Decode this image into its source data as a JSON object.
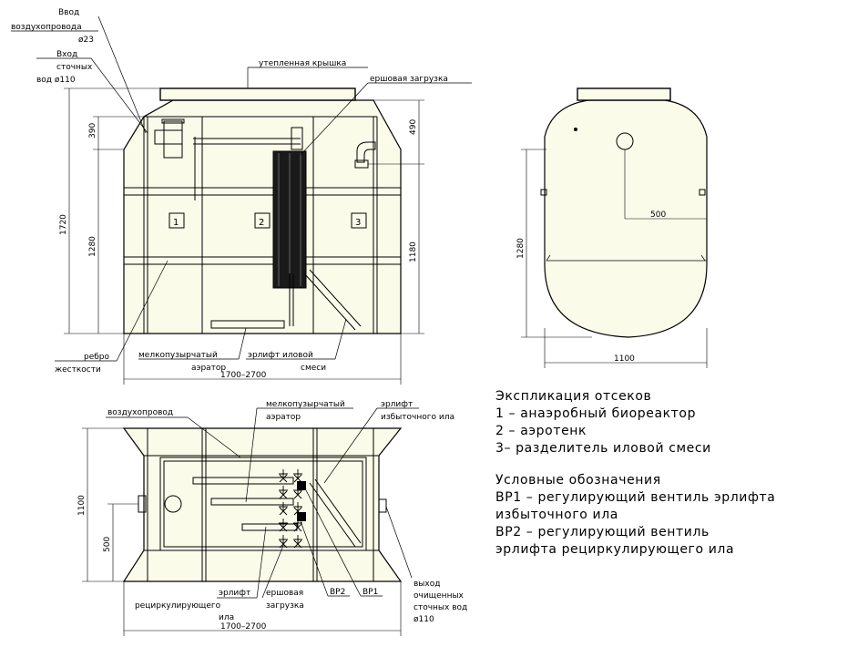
{
  "side_view": {
    "label_air_inlet": [
      "Ввод",
      "воздухопровода",
      "ø23"
    ],
    "label_sewage_inlet": [
      "Вход",
      "сточных",
      "вод ø110"
    ],
    "label_lid": "утепленная крышка",
    "label_brush_load": "ершовая загрузка",
    "label_rib": [
      "ребро",
      "жесткости"
    ],
    "label_aerator": [
      "мелкопузырчатый",
      "аэратор"
    ],
    "label_airlift": [
      "эрлифт иловой",
      "смеси"
    ],
    "compartments": [
      "1",
      "2",
      "3"
    ],
    "dims": {
      "h_total": "1720",
      "h_top": "390",
      "h_body": "1280",
      "h_right_top": "490",
      "h_right": "1180",
      "length": "1700–2700"
    }
  },
  "end_view": {
    "dims": {
      "offset": "500",
      "height": "1280",
      "width": "1100"
    }
  },
  "plan_view": {
    "label_air_pipe": "воздухопровод",
    "label_aerator": [
      "мелкопузырчатый",
      "аэратор"
    ],
    "label_airlift_excess": [
      "эрлифт",
      "избыточного ила"
    ],
    "label_airlift_recirc": [
      "эрлифт",
      "рециркулирующего",
      "ила"
    ],
    "label_brush_load": [
      "ершовая",
      "загрузка"
    ],
    "label_bp2": "ВР2",
    "label_bp1": "ВР1",
    "label_outlet": [
      "выход",
      "очищенных",
      "сточных вод",
      "ø110"
    ],
    "dims": {
      "width": "1100",
      "offset": "500",
      "length": "1700–2700"
    }
  },
  "legend": {
    "heading": "Экспликация отсеков",
    "items": [
      "1 – анаэробный биореактор",
      "2 – аэротенк",
      "3– разделитель иловой смеси"
    ],
    "symbols_heading": "Условные обозначения",
    "symbols": [
      "ВР1 – регулирующий вентиль эрлифта",
      "избыточного ила",
      "ВР2 – регулирующий вентиль",
      "эрлифта рециркулирующего ила"
    ]
  }
}
